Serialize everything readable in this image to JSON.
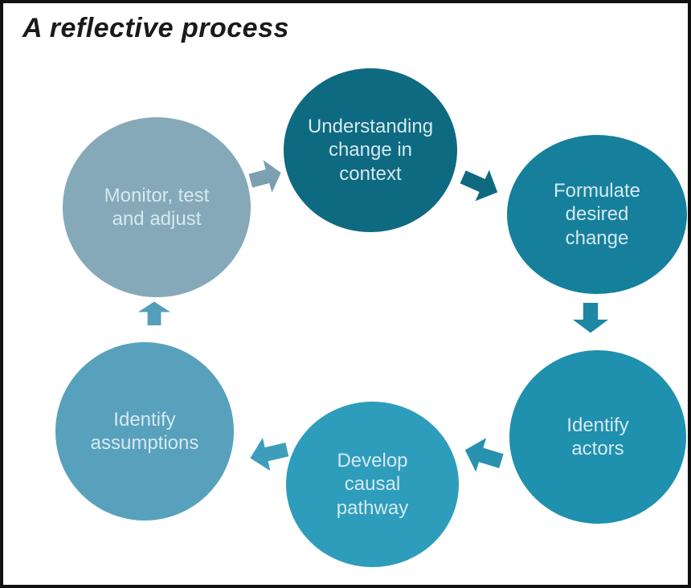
{
  "title": "A reflective process",
  "steps": [
    {
      "label": "Understanding change in context",
      "lines": [
        "Understanding",
        "change in",
        "context"
      ],
      "color": "#0e6a80"
    },
    {
      "label": "Formulate desired change",
      "lines": [
        "Formulate",
        "desired",
        "change"
      ],
      "color": "#16809c"
    },
    {
      "label": "Identify actors",
      "lines": [
        "Identify",
        "actors"
      ],
      "color": "#1f90ad"
    },
    {
      "label": "Develop causal pathway",
      "lines": [
        "Develop",
        "causal",
        "pathway"
      ],
      "color": "#2e9dbb"
    },
    {
      "label": "Identify assumptions",
      "lines": [
        "Identify",
        "assumptions"
      ],
      "color": "#58a1bc"
    },
    {
      "label": "Monitor, test and adjust",
      "lines": [
        "Monitor, test",
        "and adjust"
      ],
      "color": "#86a9ba"
    }
  ],
  "arrows": [
    {
      "name": "monitor-to-understanding",
      "color": "#7ba0b0"
    },
    {
      "name": "understanding-to-formulate",
      "color": "#0f6a80"
    },
    {
      "name": "formulate-to-actors",
      "color": "#1d87a4"
    },
    {
      "name": "actors-to-develop",
      "color": "#2791ae"
    },
    {
      "name": "develop-to-assumptions",
      "color": "#3e9dbb"
    },
    {
      "name": "assumptions-to-monitor",
      "color": "#549eba"
    }
  ],
  "colors": {
    "background": "#ffffff",
    "border": "#111111",
    "title_text": "#1a1a1a",
    "step_text": "#d5e9f0"
  }
}
